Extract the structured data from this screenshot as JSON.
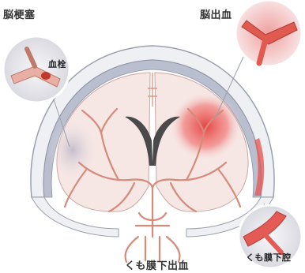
{
  "labels": {
    "cerebral_infarction": "脳梗塞",
    "cerebral_hemorrhage": "脳出血",
    "thrombus": "血栓",
    "subarachnoid_hemorrhage": "くも膜下出血",
    "subarachnoid_callout": "くも膜下腔"
  },
  "colors": {
    "skull": "#eef0f4",
    "skull_outline": "#9aa0ac",
    "dura": "#b9bfcf",
    "brain": "#f6e7e5",
    "vessel": "#d68a7a",
    "bleed": "#e63c3c",
    "ventricle": "#4a4a4a",
    "callout_bg": "#e9e9ee"
  }
}
